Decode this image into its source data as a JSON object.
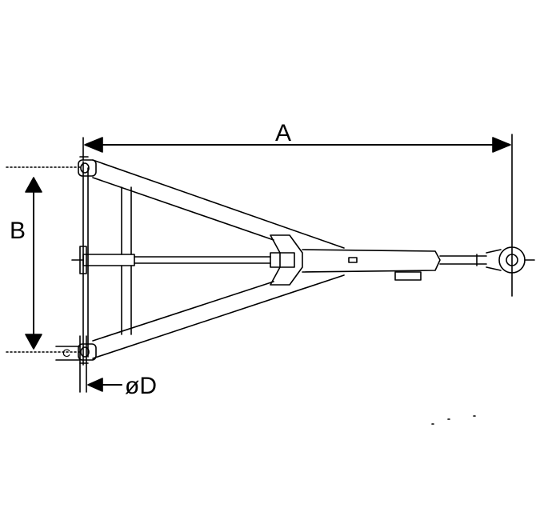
{
  "labels": {
    "length": "A",
    "width": "B",
    "thickness": "C",
    "diameter": "øD"
  },
  "colors": {
    "line": "#000000",
    "background": "#ffffff"
  }
}
